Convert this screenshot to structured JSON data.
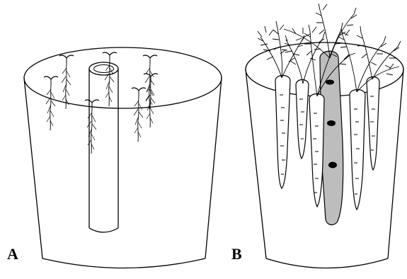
{
  "figure": {
    "panels": [
      {
        "id": "A",
        "label": "A"
      },
      {
        "id": "B",
        "label": "B"
      }
    ]
  },
  "colors": {
    "ink": "#000000",
    "background": "#ffffff",
    "tube_fill": "#bdbdbd",
    "root_fill": "#ffffff"
  }
}
